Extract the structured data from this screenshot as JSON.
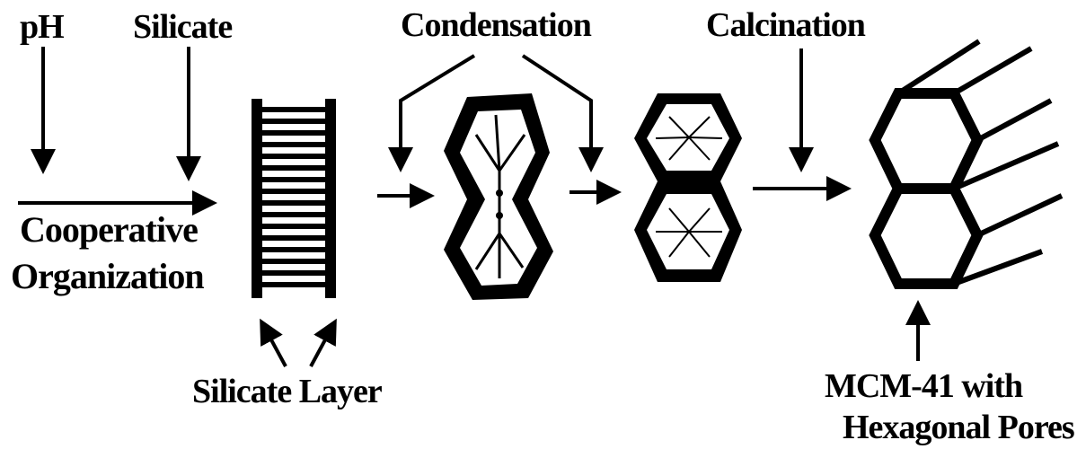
{
  "labels": {
    "ph": "pH",
    "silicate": "Silicate",
    "condensation": "Condensation",
    "calcination": "Calcination",
    "cooperative_line1": "Cooperative",
    "cooperative_line2": "Organization",
    "silicate_layer": "Silicate Layer",
    "mcm_line1": "MCM-41 with",
    "mcm_line2": "Hexagonal Pores"
  },
  "colors": {
    "ink": "#000000",
    "background": "#ffffff"
  }
}
